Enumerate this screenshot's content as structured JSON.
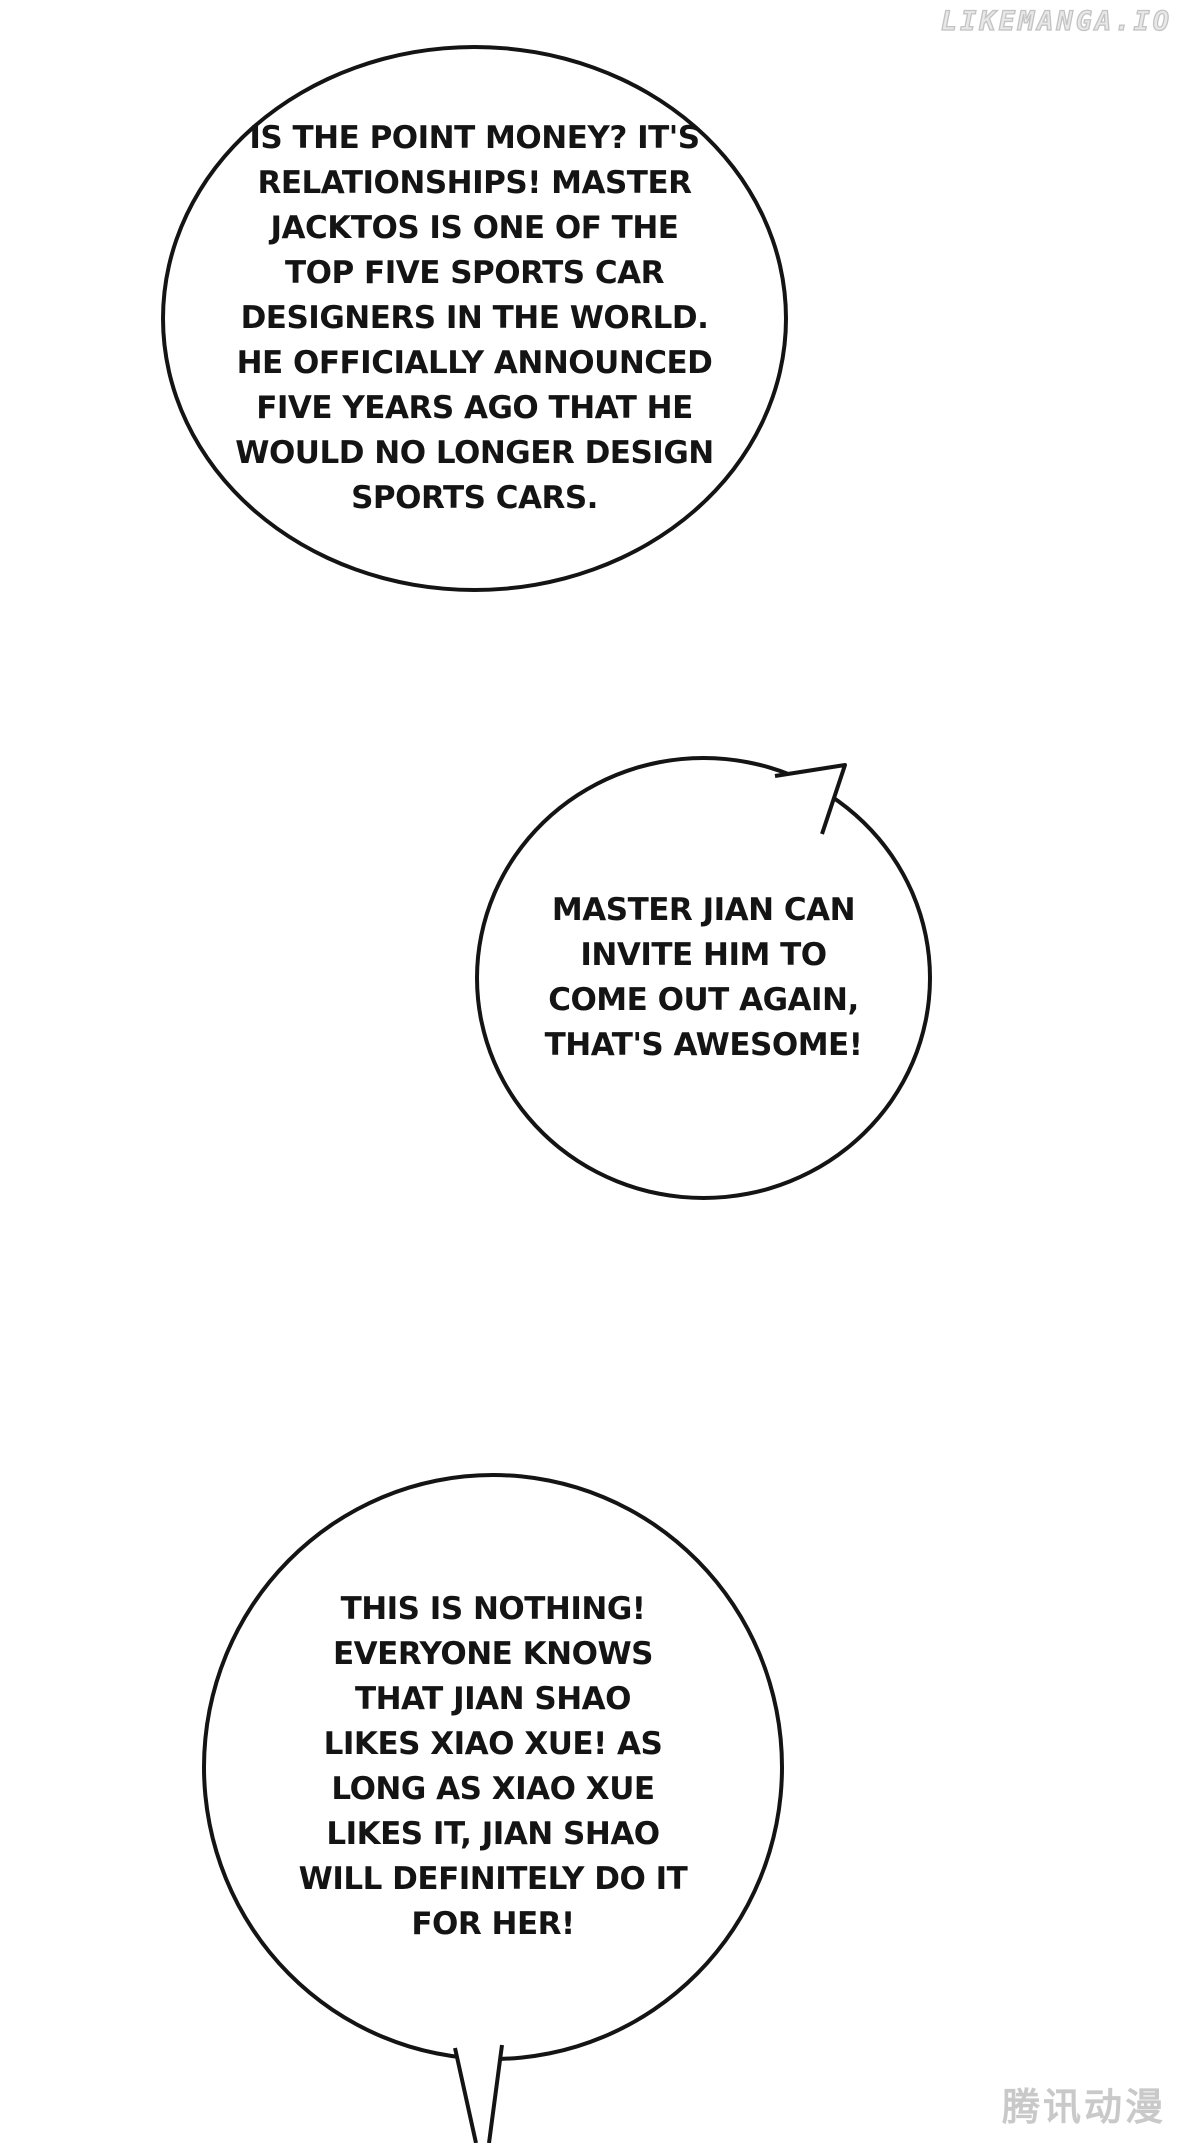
{
  "watermarks": {
    "top": "LIKEMANGA.IO",
    "bottom": "腾讯动漫"
  },
  "bubbles": [
    {
      "name": "speech-bubble-1",
      "text": "IS THE POINT MONEY? IT'S\nRELATIONSHIPS! MASTER\nJACKTOS IS ONE OF THE\nTOP FIVE SPORTS CAR\nDESIGNERS IN THE WORLD.\nHE OFFICIALLY ANNOUNCED\nFIVE YEARS AGO THAT HE\nWOULD NO LONGER DESIGN\nSPORTS CARS."
    },
    {
      "name": "speech-bubble-2",
      "text": "MASTER JIAN CAN\nINVITE HIM TO\nCOME OUT AGAIN,\nTHAT'S AWESOME!"
    },
    {
      "name": "speech-bubble-3",
      "text": "THIS IS NOTHING!\nEVERYONE KNOWS\nTHAT JIAN SHAO\nLIKES XIAO XUE! AS\nLONG AS XIAO XUE\nLIKES IT, JIAN SHAO\nWILL DEFINITELY DO IT\nFOR HER!"
    }
  ],
  "colors": {
    "ink": "#141414",
    "background": "#ffffff",
    "watermark": "#c9c9c9"
  }
}
